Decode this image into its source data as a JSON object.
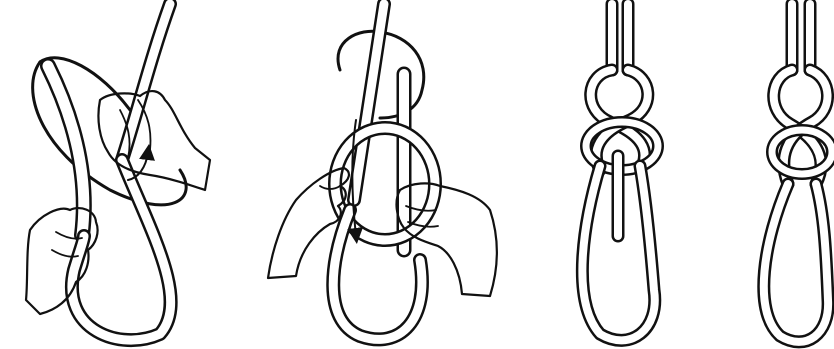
{
  "figure": {
    "background_color": "#ffffff",
    "line_color": "#111111",
    "panel_count": 4,
    "panels": [
      {
        "step": 1,
        "depicts": "hand-forming-first-loop",
        "arrow": "curved-arrow"
      },
      {
        "step": 2,
        "depicts": "hands-threading-end",
        "arrow": "downward-arrow"
      },
      {
        "step": 3,
        "depicts": "knot-loosely-formed",
        "arrow": ""
      },
      {
        "step": 4,
        "depicts": "finished-loop-knot",
        "arrow": ""
      }
    ]
  }
}
